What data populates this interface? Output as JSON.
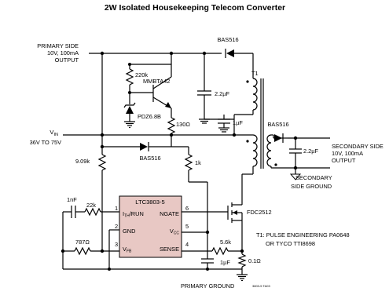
{
  "title": "2W Isolated Housekeeping Telecom Converter",
  "labels": {
    "primary_side_line1": "PRIMARY SIDE",
    "primary_side_line2": "10V, 100mA",
    "primary_side_line3": "OUTPUT",
    "vin_v": "V",
    "vin_sub": "IN",
    "vin_range": "36V TO 75V",
    "secondary_side_line1": "SECONDARY SIDE",
    "secondary_side_line2": "10V, 100mA",
    "secondary_side_line3": "OUTPUT",
    "secondary_ground_line1": "SECONDARY",
    "secondary_ground_line2": "SIDE GROUND",
    "primary_ground": "PRIMARY GROUND",
    "t1_note_line1": "T1: PULSE ENGINEERING PA0648",
    "t1_note_line2": "OR TYCO TTI8698",
    "figure_code": "3803-5 TA03"
  },
  "components": {
    "d1": "BAS516",
    "d2": "BAS516",
    "d3": "BAS516",
    "transformer": "T1",
    "c_primary": "2.2µF",
    "c_mid": "1µF",
    "c_secondary": "2.2µF",
    "c_vcc": "1µF",
    "c_comp": "1nF",
    "r_220k": "220k",
    "r_130": "130Ω",
    "r_9_09k": "9.09k",
    "r_1k": "1k",
    "r_22k": "22k",
    "r_787": "787Ω",
    "r_5_6k": "5.6k",
    "r_sense": "0.1Ω",
    "zener": "PDZ6.8B",
    "transistor": "MMBTA42",
    "mosfet": "FDC2512"
  },
  "ic": {
    "name": "LTC3803-5",
    "pin1_name": "ITH/RUN",
    "pin1_main": "I",
    "pin1_sub": "TH",
    "pin1_rest": "/RUN",
    "pin2_name": "GND",
    "pin3_name": "VFB",
    "pin3_main": "V",
    "pin3_sub": "FB",
    "pin4_name": "SENSE",
    "pin5_name": "VCC",
    "pin5_main": "V",
    "pin5_sub": "CC",
    "pin6_name": "NGATE",
    "pins": [
      "1",
      "2",
      "3",
      "4",
      "5",
      "6"
    ]
  }
}
